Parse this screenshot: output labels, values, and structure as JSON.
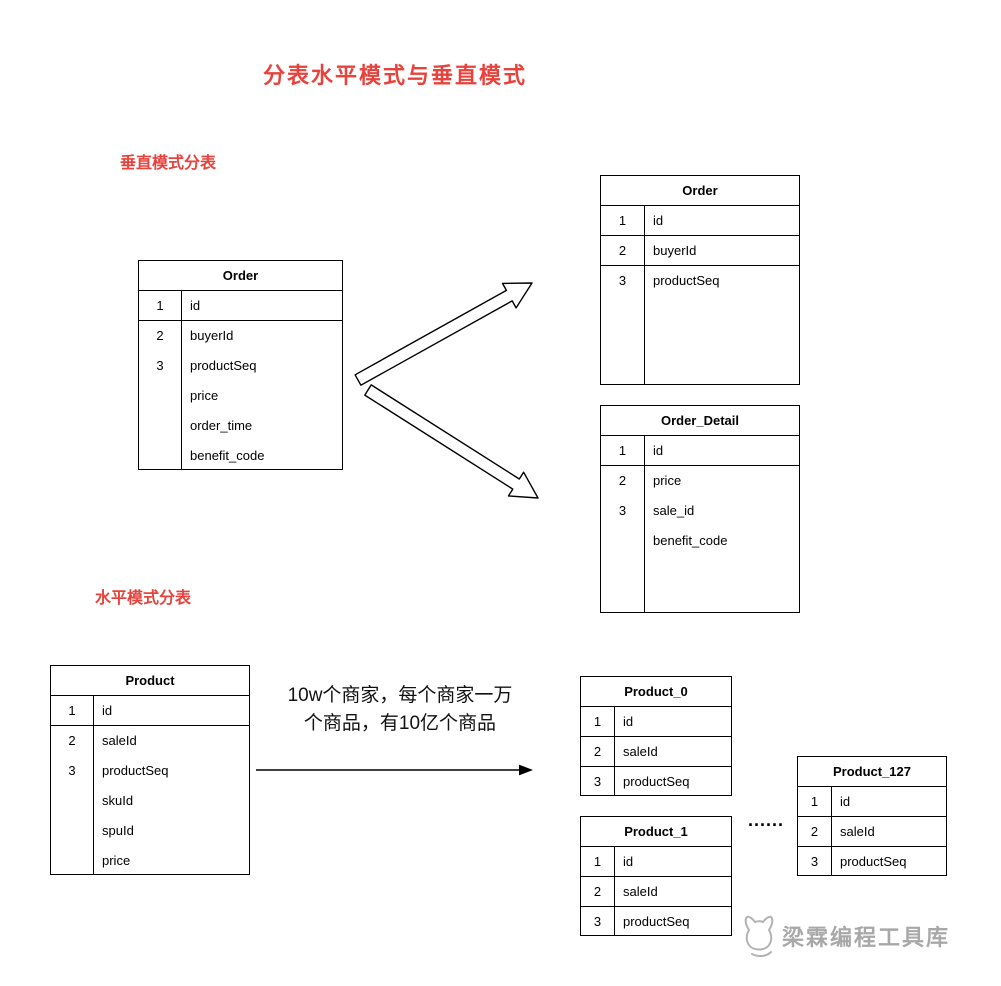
{
  "colors": {
    "accent_red": "#e8423d",
    "watermark_gray": "#a8a8a8",
    "line_black": "#000000"
  },
  "title": "分表水平模式与垂直模式",
  "sections": {
    "vertical_label": "垂直模式分表",
    "horizontal_label": "水平模式分表"
  },
  "note": {
    "line1": "10w个商家，每个商家一万",
    "line2": "个商品，有10亿个商品"
  },
  "ellipsis": "......",
  "watermark": {
    "text": "梁霖编程工具库",
    "logo": "cat-sketch-icon"
  },
  "tables": {
    "order_source": {
      "title": "Order",
      "rows": [
        {
          "num": "1",
          "field": "id"
        },
        {
          "num": "2",
          "field": "buyerId"
        },
        {
          "num": "3",
          "field": "productSeq"
        },
        {
          "num": "",
          "field": "price"
        },
        {
          "num": "",
          "field": "order_time"
        },
        {
          "num": "",
          "field": "benefit_code"
        }
      ]
    },
    "order_split": {
      "title": "Order",
      "rows": [
        {
          "num": "1",
          "field": "id"
        },
        {
          "num": "2",
          "field": "buyerId"
        },
        {
          "num": "3",
          "field": "productSeq"
        }
      ]
    },
    "order_detail": {
      "title": "Order_Detail",
      "rows": [
        {
          "num": "1",
          "field": "id"
        },
        {
          "num": "2",
          "field": "price"
        },
        {
          "num": "3",
          "field": "sale_id"
        },
        {
          "num": "",
          "field": "benefit_code"
        }
      ]
    },
    "product_source": {
      "title": "Product",
      "rows": [
        {
          "num": "1",
          "field": "id"
        },
        {
          "num": "2",
          "field": "saleId"
        },
        {
          "num": "3",
          "field": "productSeq"
        },
        {
          "num": "",
          "field": "skuId"
        },
        {
          "num": "",
          "field": "spuId"
        },
        {
          "num": "",
          "field": "price"
        }
      ]
    },
    "product_0": {
      "title": "Product_0",
      "rows": [
        {
          "num": "1",
          "field": "id"
        },
        {
          "num": "2",
          "field": "saleId"
        },
        {
          "num": "3",
          "field": "productSeq"
        }
      ]
    },
    "product_1": {
      "title": "Product_1",
      "rows": [
        {
          "num": "1",
          "field": "id"
        },
        {
          "num": "2",
          "field": "saleId"
        },
        {
          "num": "3",
          "field": "productSeq"
        }
      ]
    },
    "product_127": {
      "title": "Product_127",
      "rows": [
        {
          "num": "1",
          "field": "id"
        },
        {
          "num": "2",
          "field": "saleId"
        },
        {
          "num": "3",
          "field": "productSeq"
        }
      ]
    }
  }
}
